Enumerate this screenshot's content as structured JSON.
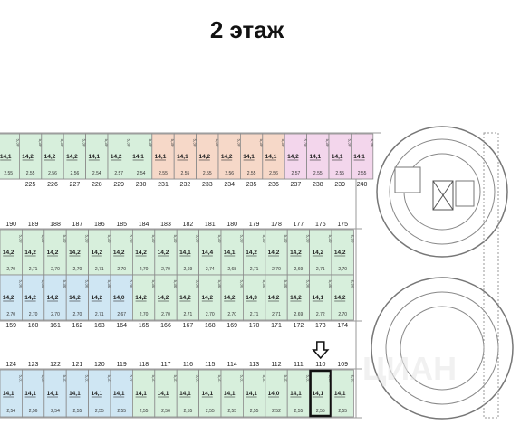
{
  "title": "2 этаж",
  "colors": {
    "green": "#d7efdc",
    "blue": "#cfe6f3",
    "orange": "#f6d8c8",
    "pink": "#f3d6ec",
    "lines": "#8a8a8a"
  },
  "marker_icon": "arrow-down-icon",
  "selected_unit": "110",
  "watermark": "ЦИАН",
  "blocks": [
    {
      "id": "top",
      "cells": [
        {
          "num": "",
          "area": "14,1",
          "len": "5,30",
          "wid": "2,55",
          "color": "green"
        },
        {
          "num": "225",
          "area": "14,2",
          "len": "5,30",
          "wid": "2,55",
          "color": "green"
        },
        {
          "num": "226",
          "area": "14,2",
          "len": "5,30",
          "wid": "2,56",
          "color": "green"
        },
        {
          "num": "227",
          "area": "14,2",
          "len": "5,30",
          "wid": "2,56",
          "color": "green"
        },
        {
          "num": "228",
          "area": "14,1",
          "len": "5,30",
          "wid": "2,54",
          "color": "green"
        },
        {
          "num": "229",
          "area": "14,2",
          "len": "5,30",
          "wid": "2,57",
          "color": "green"
        },
        {
          "num": "230",
          "area": "14,1",
          "len": "5,30",
          "wid": "2,54",
          "color": "green"
        },
        {
          "num": "231",
          "area": "14,1",
          "len": "5,30",
          "wid": "2,55",
          "color": "orange"
        },
        {
          "num": "232",
          "area": "14,1",
          "len": "5,30",
          "wid": "2,55",
          "color": "orange"
        },
        {
          "num": "233",
          "area": "14,2",
          "len": "5,30",
          "wid": "2,55",
          "color": "orange"
        },
        {
          "num": "234",
          "area": "14,2",
          "len": "5,30",
          "wid": "2,56",
          "color": "orange"
        },
        {
          "num": "235",
          "area": "14,1",
          "len": "5,30",
          "wid": "2,55",
          "color": "orange"
        },
        {
          "num": "236",
          "area": "14,1",
          "len": "5,30",
          "wid": "2,56",
          "color": "orange"
        },
        {
          "num": "237",
          "area": "14,2",
          "len": "5,30",
          "wid": "2,57",
          "color": "pink"
        },
        {
          "num": "238",
          "area": "14,1",
          "len": "5,30",
          "wid": "2,55",
          "color": "pink"
        },
        {
          "num": "239",
          "area": "14,1",
          "len": "5,30",
          "wid": "2,55",
          "color": "pink"
        },
        {
          "num": "240",
          "area": "14,1",
          "len": "5,30",
          "wid": "2,55",
          "color": "pink"
        }
      ]
    },
    {
      "id": "mid-upper",
      "cells": [
        {
          "num": "190",
          "area": "14,2",
          "len": "5,30",
          "wid": "2,70",
          "color": "green"
        },
        {
          "num": "189",
          "area": "14,2",
          "len": "5,30",
          "wid": "2,71",
          "color": "green"
        },
        {
          "num": "188",
          "area": "14,2",
          "len": "5,30",
          "wid": "2,70",
          "color": "green"
        },
        {
          "num": "187",
          "area": "14,2",
          "len": "5,30",
          "wid": "2,70",
          "color": "green"
        },
        {
          "num": "186",
          "area": "14,2",
          "len": "5,30",
          "wid": "2,71",
          "color": "green"
        },
        {
          "num": "185",
          "area": "14,2",
          "len": "5,30",
          "wid": "2,70",
          "color": "green"
        },
        {
          "num": "184",
          "area": "14,2",
          "len": "5,30",
          "wid": "2,70",
          "color": "green"
        },
        {
          "num": "183",
          "area": "14,2",
          "len": "5,30",
          "wid": "2,70",
          "color": "green"
        },
        {
          "num": "182",
          "area": "14,1",
          "len": "5,30",
          "wid": "2,69",
          "color": "green"
        },
        {
          "num": "181",
          "area": "14,4",
          "len": "5,30",
          "wid": "2,74",
          "color": "green"
        },
        {
          "num": "180",
          "area": "14,1",
          "len": "5,30",
          "wid": "2,68",
          "color": "green"
        },
        {
          "num": "179",
          "area": "14,2",
          "len": "5,30",
          "wid": "2,71",
          "color": "green"
        },
        {
          "num": "178",
          "area": "14,2",
          "len": "5,30",
          "wid": "2,70",
          "color": "green"
        },
        {
          "num": "177",
          "area": "14,2",
          "len": "5,30",
          "wid": "2,69",
          "color": "green"
        },
        {
          "num": "176",
          "area": "14,2",
          "len": "5,30",
          "wid": "2,71",
          "color": "green"
        },
        {
          "num": "175",
          "area": "14,2",
          "len": "5,30",
          "wid": "2,70",
          "color": "green"
        }
      ]
    },
    {
      "id": "mid-lower",
      "cells": [
        {
          "num": "159",
          "area": "14,2",
          "len": "5,30",
          "wid": "2,70",
          "color": "blue"
        },
        {
          "num": "160",
          "area": "14,2",
          "len": "5,30",
          "wid": "2,70",
          "color": "blue"
        },
        {
          "num": "161",
          "area": "14,2",
          "len": "5,30",
          "wid": "2,70",
          "color": "blue"
        },
        {
          "num": "162",
          "area": "14,2",
          "len": "5,30",
          "wid": "2,70",
          "color": "blue"
        },
        {
          "num": "163",
          "area": "14,2",
          "len": "5,30",
          "wid": "2,71",
          "color": "blue"
        },
        {
          "num": "164",
          "area": "14,0",
          "len": "5,30",
          "wid": "2,67",
          "color": "blue"
        },
        {
          "num": "165",
          "area": "14,2",
          "len": "5,30",
          "wid": "2,70",
          "color": "green"
        },
        {
          "num": "166",
          "area": "14,2",
          "len": "5,30",
          "wid": "2,70",
          "color": "green"
        },
        {
          "num": "167",
          "area": "14,2",
          "len": "5,30",
          "wid": "2,71",
          "color": "green"
        },
        {
          "num": "168",
          "area": "14,2",
          "len": "5,30",
          "wid": "2,70",
          "color": "green"
        },
        {
          "num": "169",
          "area": "14,2",
          "len": "5,30",
          "wid": "2,70",
          "color": "green"
        },
        {
          "num": "170",
          "area": "14,3",
          "len": "5,30",
          "wid": "2,71",
          "color": "green"
        },
        {
          "num": "171",
          "area": "14,2",
          "len": "5,30",
          "wid": "2,71",
          "color": "green"
        },
        {
          "num": "172",
          "area": "14,2",
          "len": "5,30",
          "wid": "2,69",
          "color": "green"
        },
        {
          "num": "173",
          "area": "14,1",
          "len": "5,30",
          "wid": "2,72",
          "color": "green"
        },
        {
          "num": "174",
          "area": "14,2",
          "len": "5,30",
          "wid": "2,70",
          "color": "green"
        }
      ]
    },
    {
      "id": "bottom",
      "cells": [
        {
          "num": "124",
          "area": "14,1",
          "len": "5,31",
          "wid": "2,54",
          "color": "blue"
        },
        {
          "num": "123",
          "area": "14,1",
          "len": "5,31",
          "wid": "2,56",
          "color": "blue"
        },
        {
          "num": "122",
          "area": "14,1",
          "len": "5,31",
          "wid": "2,54",
          "color": "blue"
        },
        {
          "num": "121",
          "area": "14,1",
          "len": "5,31",
          "wid": "2,55",
          "color": "blue"
        },
        {
          "num": "120",
          "area": "14,1",
          "len": "5,31",
          "wid": "2,55",
          "color": "blue"
        },
        {
          "num": "119",
          "area": "14,1",
          "len": "5,31",
          "wid": "2,55",
          "color": "blue"
        },
        {
          "num": "118",
          "area": "14,1",
          "len": "5,31",
          "wid": "2,55",
          "color": "green"
        },
        {
          "num": "117",
          "area": "14,1",
          "len": "5,31",
          "wid": "2,56",
          "color": "green"
        },
        {
          "num": "116",
          "area": "14,1",
          "len": "5,31",
          "wid": "2,55",
          "color": "green"
        },
        {
          "num": "115",
          "area": "14,1",
          "len": "5,31",
          "wid": "2,55",
          "color": "green"
        },
        {
          "num": "114",
          "area": "14,1",
          "len": "5,31",
          "wid": "2,55",
          "color": "green"
        },
        {
          "num": "113",
          "area": "14,1",
          "len": "5,31",
          "wid": "2,55",
          "color": "green"
        },
        {
          "num": "112",
          "area": "14,0",
          "len": "5,31",
          "wid": "2,52",
          "color": "green"
        },
        {
          "num": "111",
          "area": "14,1",
          "len": "5,31",
          "wid": "2,55",
          "color": "green"
        },
        {
          "num": "110",
          "area": "14,1",
          "len": "5,31",
          "wid": "2,55",
          "color": "green"
        },
        {
          "num": "109",
          "area": "14,1",
          "len": "5,31",
          "wid": "2,55",
          "color": "green"
        }
      ]
    }
  ]
}
